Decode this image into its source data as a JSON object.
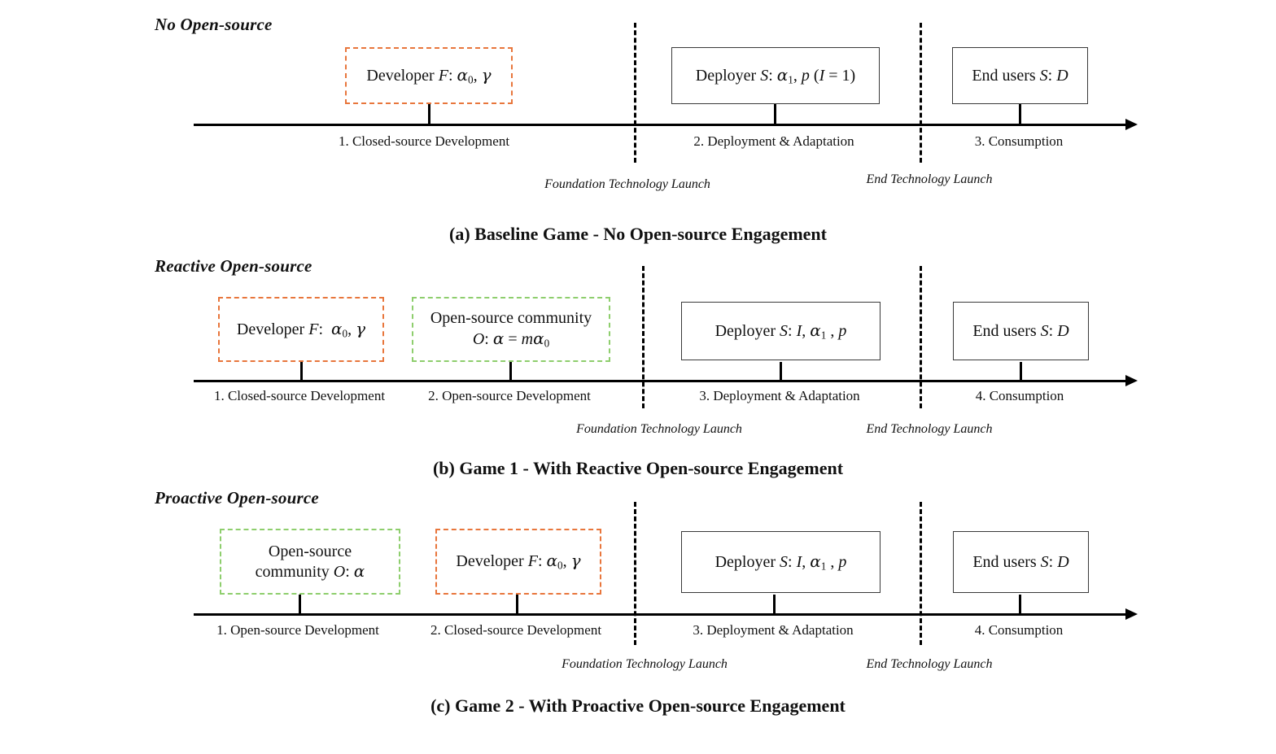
{
  "figure": {
    "type": "diagram",
    "kind": "timeline-game-stages",
    "colors": {
      "developer_box_border": "#E8763C",
      "opensource_box_border": "#8ECE6D",
      "solid_box_border": "#3A3A3A",
      "axis": "#000000",
      "text": "#111111"
    },
    "shared_labels": {
      "foundation_launch": "Foundation Technology Launch",
      "end_launch": "End Technology Launch",
      "deployer_simple": "Deployer S: α₁ , p",
      "end_users": "End users S: D"
    }
  },
  "panels": [
    {
      "id": "a",
      "title": "No Open-source",
      "caption": "(a) Baseline Game - No Open-source Engagement",
      "boxes": [
        {
          "name": "developer-box",
          "style": "dashed-orange",
          "lines": [
            "Developer F: α₀, γ"
          ]
        },
        {
          "name": "deployer-box",
          "style": "solid",
          "lines": [
            "Deployer S: α₁, p (I = 1)"
          ]
        },
        {
          "name": "end-users-box",
          "style": "solid",
          "lines": [
            "End users S: D"
          ]
        }
      ],
      "stages": [
        "1. Closed-source Development",
        "2. Deployment & Adaptation",
        "3. Consumption"
      ],
      "launches": [
        "Foundation Technology Launch",
        "End Technology Launch"
      ]
    },
    {
      "id": "b",
      "title": "Reactive Open-source",
      "caption": "(b) Game 1 - With Reactive Open-source Engagement",
      "boxes": [
        {
          "name": "developer-box",
          "style": "dashed-orange",
          "lines": [
            "Developer F: α₀, γ"
          ]
        },
        {
          "name": "opensource-community-box",
          "style": "dashed-green",
          "lines": [
            "Open-source community",
            "O: α = mα₀"
          ]
        },
        {
          "name": "deployer-box",
          "style": "solid",
          "lines": [
            "Deployer S: I, α₁ , p"
          ]
        },
        {
          "name": "end-users-box",
          "style": "solid",
          "lines": [
            "End users S: D"
          ]
        }
      ],
      "stages": [
        "1. Closed-source Development",
        "2. Open-source Development",
        "3. Deployment & Adaptation",
        "4. Consumption"
      ],
      "launches": [
        "Foundation Technology Launch",
        "End Technology Launch"
      ]
    },
    {
      "id": "c",
      "title": "Proactive Open-source",
      "caption": "(c) Game 2 - With Proactive Open-source Engagement",
      "boxes": [
        {
          "name": "opensource-community-box",
          "style": "dashed-green",
          "lines": [
            "Open-source",
            "community O: α"
          ]
        },
        {
          "name": "developer-box",
          "style": "dashed-orange",
          "lines": [
            "Developer F: α₀, γ"
          ]
        },
        {
          "name": "deployer-box",
          "style": "solid",
          "lines": [
            "Deployer S: I, α₁ , p"
          ]
        },
        {
          "name": "end-users-box",
          "style": "solid",
          "lines": [
            "End users S: D"
          ]
        }
      ],
      "stages": [
        "1. Open-source Development",
        "2. Closed-source Development",
        "3. Deployment & Adaptation",
        "4. Consumption"
      ],
      "launches": [
        "Foundation Technology Launch",
        "End Technology Launch"
      ]
    }
  ]
}
